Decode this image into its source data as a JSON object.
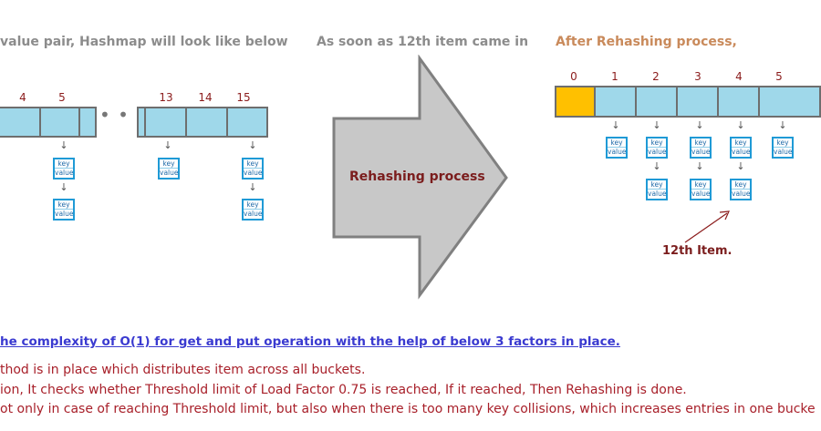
{
  "headings": {
    "left": "value pair, Hashmap will look like below",
    "middle": "As soon as 12th item came in",
    "right": "After Rehashing process,"
  },
  "left_table": {
    "indices": [
      "4",
      "5",
      "13",
      "14",
      "15"
    ],
    "ellipsis": "• • •"
  },
  "right_table": {
    "indices": [
      "0",
      "1",
      "2",
      "3",
      "4",
      "5"
    ]
  },
  "entry": {
    "key": "key",
    "value": "value"
  },
  "arrow_glyph": "↓",
  "process_label": "Rehashing process",
  "annotation": "12th Item.",
  "summary": "he complexity of O(1) for get and put operation with the help of below 3 factors in place.",
  "lines": [
    "thod is in place which distributes item across all buckets.",
    "ion, It checks whether Threshold limit of Load Factor 0.75 is reached, If it reached, Then Rehashing is done.",
    "ot only in case of reaching Threshold limit, but also when there is too many key collisions, which increases entries in one bucke"
  ],
  "colors": {
    "cell_fill": "#9fd8ea",
    "cell_border": "#6e6e6e",
    "highlight_cell": "#ffc000",
    "entry_border": "#1f9ad6",
    "big_arrow_fill": "#c8c8c8",
    "big_arrow_border": "#808080",
    "label_red": "#7b1d1d",
    "summary_blue": "#3a3ad0"
  }
}
